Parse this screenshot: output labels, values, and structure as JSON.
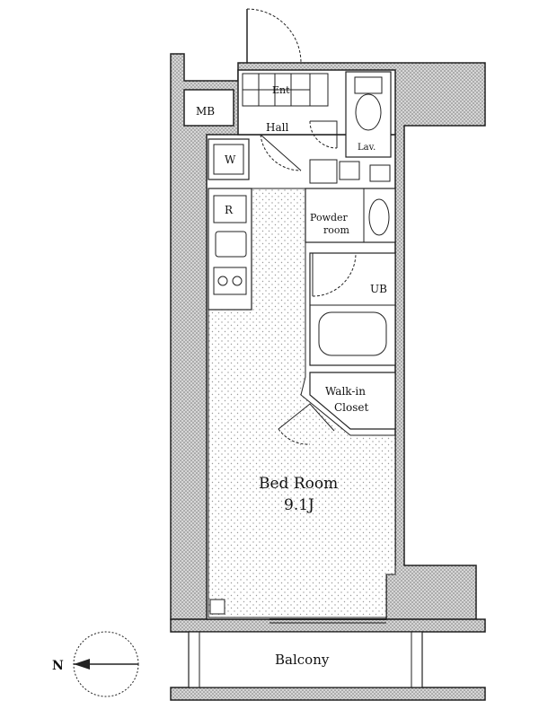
{
  "rooms": {
    "mb": "MB",
    "ent": "Ent",
    "hall": "Hall",
    "lav": "Lav.",
    "w": "W",
    "r": "R",
    "powder": "Powder",
    "room": "room",
    "ub": "UB",
    "walk_in_1": "Walk-in",
    "walk_in_2": "Closet",
    "bed_room": "Bed Room",
    "bed_size": "9.1J",
    "balcony": "Balcony"
  },
  "compass": {
    "north": "N"
  },
  "colors": {
    "wall": "#b8b8b8",
    "floor_dots": "#8a8a8a",
    "line": "#222222"
  }
}
